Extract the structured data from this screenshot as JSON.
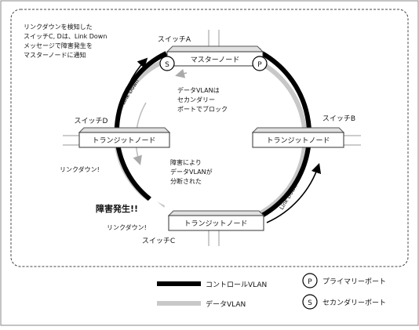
{
  "switches": {
    "a": {
      "name": "スイッチA",
      "role": "マスターノード"
    },
    "b": {
      "name": "スイッチB",
      "role": "トランジットノード"
    },
    "c": {
      "name": "スイッチC",
      "role": "トランジットノード"
    },
    "d": {
      "name": "スイッチD",
      "role": "トランジットノード"
    }
  },
  "port_markers": {
    "primary": "P",
    "secondary": "S"
  },
  "notes": {
    "notify": [
      "リンクダウンを検知した",
      "スイッチC, Dは、Link Down",
      "メッセージで障害発生を",
      "マスターノードに通知"
    ],
    "data_vlan_secondary": [
      "データVLANは",
      "セカンダリー",
      "ポートでブロック"
    ],
    "data_vlan_cut": [
      "障害により",
      "データVLANが",
      "分断された"
    ],
    "linkdown_d": "リンクダウン!",
    "linkdown_c": "リンクダウン!",
    "fault": "障害発生!!",
    "link_down_left": "Link Down",
    "link_down_right": "Link Down"
  },
  "legend": {
    "control_vlan": "コントロールVLAN",
    "data_vlan": "データVLAN",
    "primary_port": "プライマリーポート",
    "secondary_port": "セカンダリーポート"
  },
  "colors": {
    "control_vlan": "#000000",
    "data_vlan": "#c8c8c8",
    "box_fill": "#ffffff",
    "box_shadow": "#dcdcdc",
    "border": "#888888"
  }
}
